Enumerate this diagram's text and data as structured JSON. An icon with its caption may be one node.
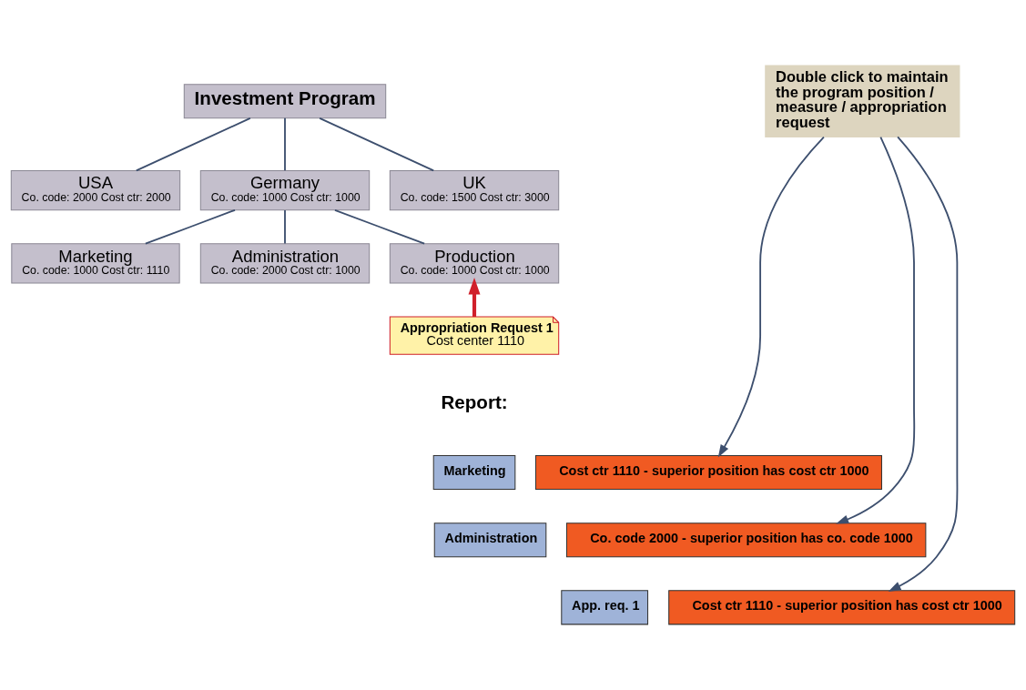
{
  "diagram": {
    "nodes": [
      {
        "text": [
          "Investment Program"
        ]
      },
      {
        "text": [
          "USA",
          "Co. code: 2000 Cost ctr: 2000"
        ]
      },
      {
        "text": [
          "Germany",
          "Co. code: 1000 Cost ctr: 1000"
        ]
      },
      {
        "text": [
          "UK",
          "Co. code: 1500 Cost ctr: 3000"
        ]
      },
      {
        "text": [
          "Marketing",
          "Co. code: 1000 Cost ctr: 1110"
        ]
      },
      {
        "text": [
          "Administration",
          "Co. code: 2000 Cost ctr: 1000"
        ]
      },
      {
        "text": [
          "Production",
          "Co. code: 1000 Cost ctr: 1000"
        ]
      },
      {
        "text": [
          "Appropriation Request 1",
          "Cost center 1110"
        ]
      },
      {
        "text": [
          "Double click to maintain the program position / measure / appropriation request"
        ]
      },
      {
        "text": [
          "Marketing"
        ]
      },
      {
        "text": [
          "Cost ctr 1110 - superior position has cost ctr 1000"
        ]
      },
      {
        "text": [
          "Administration"
        ]
      },
      {
        "text": [
          "Co. code 2000 - superior position has co. code 1000"
        ]
      },
      {
        "text": [
          "App. req. 1"
        ]
      },
      {
        "text": [
          "Cost ctr 1110 - superior position has cost ctr 1000"
        ]
      }
    ],
    "edges": [
      {
        "from": 0,
        "to": 1,
        "arrow": "none"
      },
      {
        "from": 0,
        "to": 2,
        "arrow": "none"
      },
      {
        "from": 0,
        "to": 3,
        "arrow": "none"
      },
      {
        "from": 2,
        "to": 4,
        "arrow": "none"
      },
      {
        "from": 2,
        "to": 5,
        "arrow": "none"
      },
      {
        "from": 2,
        "to": 6,
        "arrow": "none"
      },
      {
        "from": 7,
        "to": 6,
        "arrow": "to",
        "style": "thick",
        "color": "#d0202a"
      },
      {
        "from": 8,
        "to": 10,
        "arrow": "to"
      },
      {
        "from": 8,
        "to": 12,
        "arrow": "to"
      },
      {
        "from": 8,
        "to": 14,
        "arrow": "to"
      }
    ],
    "labels": [
      "Report:"
    ]
  }
}
